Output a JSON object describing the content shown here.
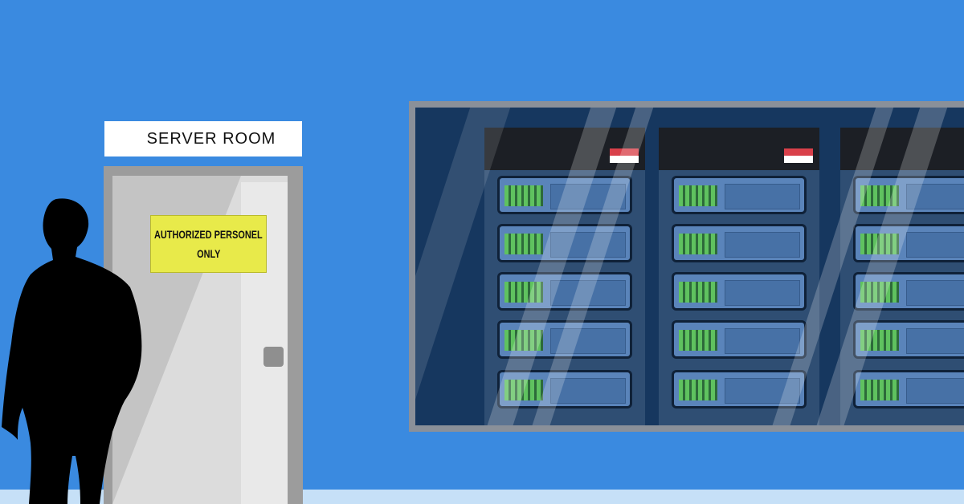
{
  "door_sign": {
    "text": "SERVER ROOM"
  },
  "warning_sign": {
    "line1": "AUTHORIZED PERSONEL",
    "line2": "ONLY"
  },
  "colors": {
    "wall": "#3a8ae0",
    "floor": "#c6e0f7",
    "door": "#dcdcdc",
    "warning_sign": "#e8ea4a",
    "server_led": "#5fc25f",
    "rack_flag_red": "#d9404a"
  },
  "icons": [
    "person-silhouette",
    "door-handle",
    "server-rack"
  ]
}
